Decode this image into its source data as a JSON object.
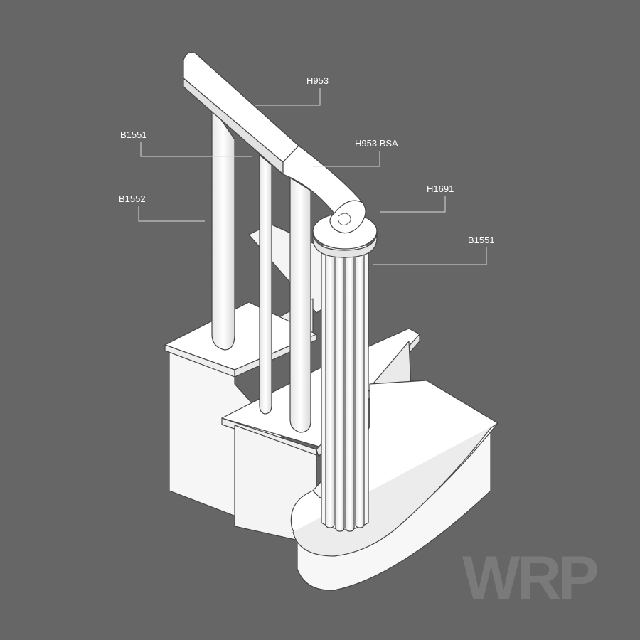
{
  "labels": {
    "h953": "H953",
    "b1551_top": "B1551",
    "h953_bsa": "H953 BSA",
    "b1552": "B1552",
    "h1691": "H1691",
    "b1551_newel": "B1551"
  },
  "watermark": "WRP",
  "colors": {
    "background": "#666666",
    "part_fill": "#ffffff",
    "part_shade": "#e6e6e6",
    "outline": "#444444",
    "leader_line": "#d9d9d9",
    "watermark": "#7a7a7a"
  }
}
